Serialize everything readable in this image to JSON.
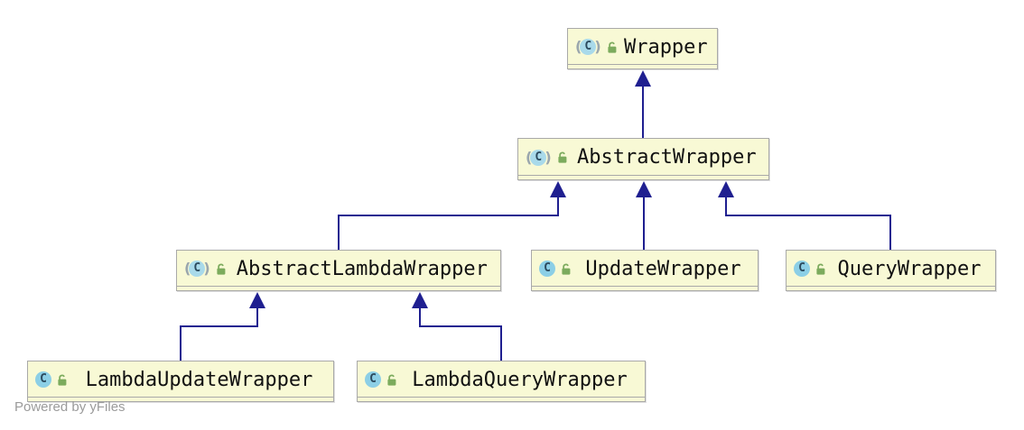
{
  "diagram": {
    "type": "uml-class-inheritance",
    "watermark": "Powered by yFiles",
    "nodes": [
      {
        "id": "wrapper",
        "label": "Wrapper",
        "kind": "abstract-class",
        "icons": [
          "abstract-class-icon",
          "unlocked-icon"
        ]
      },
      {
        "id": "abstract-wrapper",
        "label": "AbstractWrapper",
        "kind": "abstract-class",
        "icons": [
          "abstract-class-icon",
          "unlocked-icon"
        ]
      },
      {
        "id": "abstract-lambda-wrapper",
        "label": "AbstractLambdaWrapper",
        "kind": "abstract-class",
        "icons": [
          "abstract-class-icon",
          "unlocked-icon"
        ]
      },
      {
        "id": "update-wrapper",
        "label": "UpdateWrapper",
        "kind": "class",
        "icons": [
          "class-icon",
          "unlocked-icon"
        ]
      },
      {
        "id": "query-wrapper",
        "label": "QueryWrapper",
        "kind": "class",
        "icons": [
          "class-icon",
          "unlocked-icon"
        ]
      },
      {
        "id": "lambda-update-wrapper",
        "label": "LambdaUpdateWrapper",
        "kind": "class",
        "icons": [
          "class-icon",
          "unlocked-icon"
        ]
      },
      {
        "id": "lambda-query-wrapper",
        "label": "LambdaQueryWrapper",
        "kind": "class",
        "icons": [
          "class-icon",
          "unlocked-icon"
        ]
      }
    ],
    "edges": [
      {
        "from": "AbstractWrapper",
        "to": "Wrapper",
        "relation": "extends"
      },
      {
        "from": "AbstractLambdaWrapper",
        "to": "AbstractWrapper",
        "relation": "extends"
      },
      {
        "from": "UpdateWrapper",
        "to": "AbstractWrapper",
        "relation": "extends"
      },
      {
        "from": "QueryWrapper",
        "to": "AbstractWrapper",
        "relation": "extends"
      },
      {
        "from": "LambdaUpdateWrapper",
        "to": "AbstractLambdaWrapper",
        "relation": "extends"
      },
      {
        "from": "LambdaQueryWrapper",
        "to": "AbstractLambdaWrapper",
        "relation": "extends"
      }
    ],
    "colors": {
      "node_fill": "#f8f9d5",
      "node_border": "#a9a9a9",
      "edge": "#1f1f90",
      "class_icon_fill": "#8ccfe6",
      "abstract_icon_fill": "#a9daea",
      "lock_green": "#7cab5d",
      "watermark": "#9b9b9b"
    }
  }
}
